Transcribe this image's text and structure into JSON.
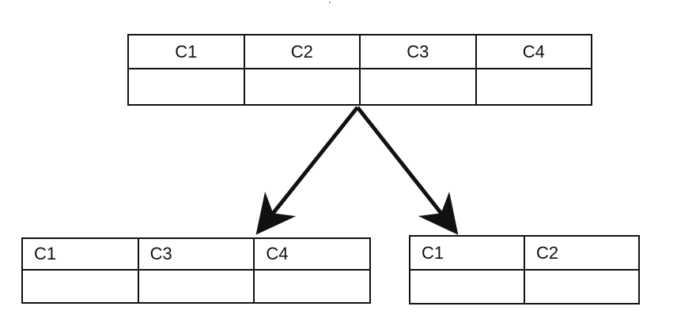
{
  "original_table": {
    "columns": [
      "C1",
      "C2",
      "C3",
      "C4"
    ]
  },
  "left_table": {
    "columns": [
      "C1",
      "C3",
      "C4"
    ]
  },
  "right_table": {
    "columns": [
      "C1",
      "C2"
    ]
  },
  "colors": {
    "line": "#111111",
    "background": "#ffffff"
  }
}
